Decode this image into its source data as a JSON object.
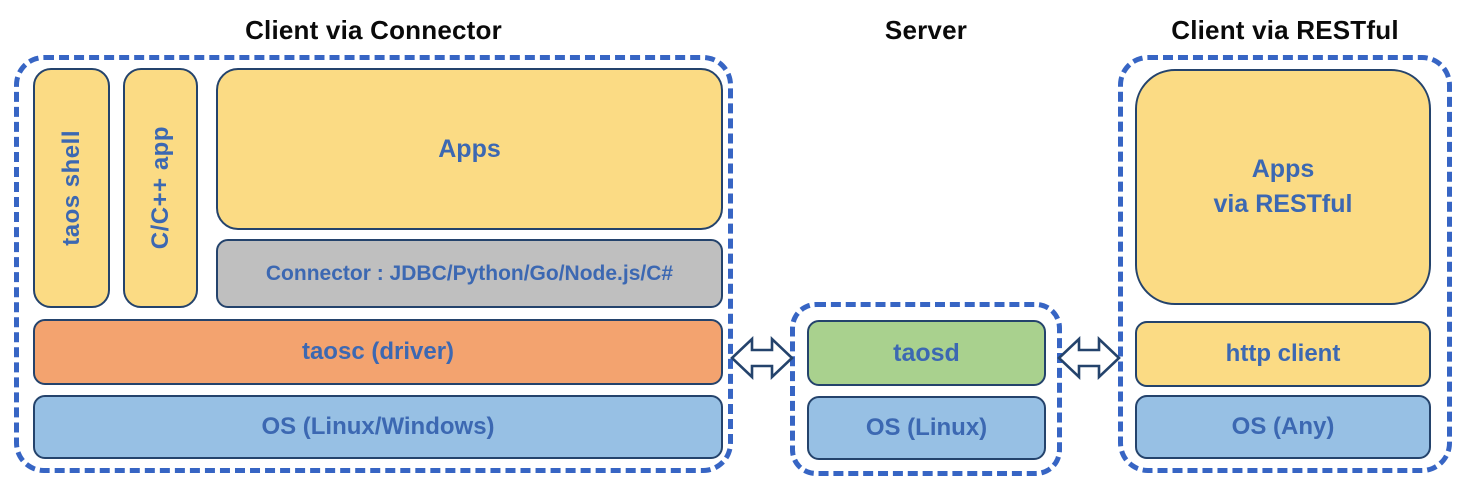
{
  "colors": {
    "dash_blue": "#3765C4",
    "box_border": "#24436C",
    "label_blue": "#3C68B2",
    "fill_yellow": "#FBDB84",
    "fill_gray": "#BFBFBF",
    "fill_orange": "#F3A36F",
    "fill_blue": "#97C0E4",
    "fill_green": "#A9D18E",
    "title_black": "#0A0A0A"
  },
  "sections": {
    "client_connector": {
      "title": "Client via Connector",
      "boxes": {
        "taos_shell": "taos shell",
        "c_cpp_app": "C/C++ app",
        "apps": "Apps",
        "connector": "Connector : JDBC/Python/Go/Node.js/C#",
        "taosc": "taosc (driver)",
        "os": "OS (Linux/Windows)"
      }
    },
    "server": {
      "title": "Server",
      "boxes": {
        "taosd": "taosd",
        "os": "OS (Linux)"
      }
    },
    "client_restful": {
      "title": "Client via RESTful",
      "boxes": {
        "apps_line1": "Apps",
        "apps_line2": "via RESTful",
        "http_client": "http client",
        "os": "OS (Any)"
      }
    }
  },
  "arrows": {
    "left": "bidirectional-arrow",
    "right": "bidirectional-arrow"
  }
}
